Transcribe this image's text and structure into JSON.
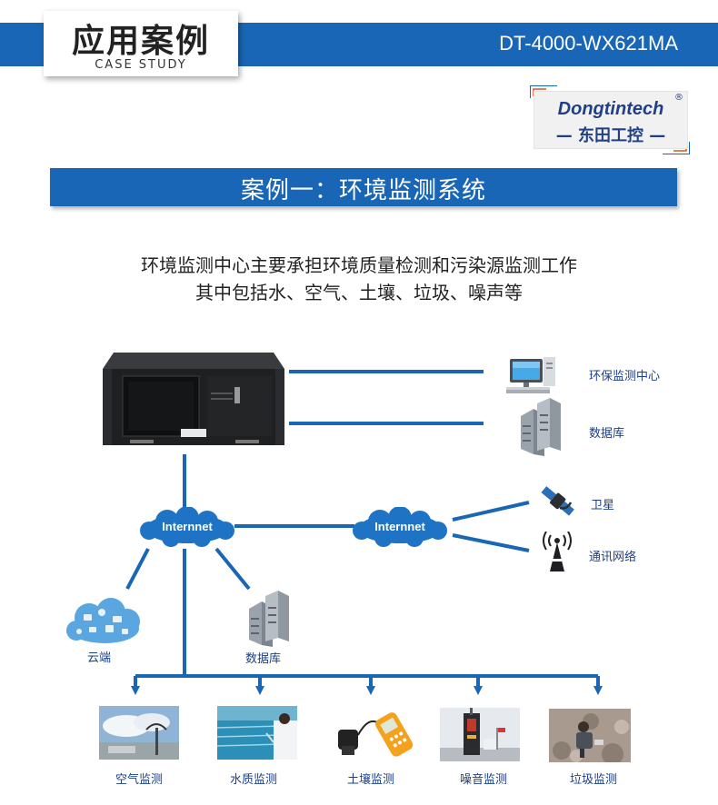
{
  "header": {
    "title_cn": "应用案例",
    "title_en": "CASE STUDY",
    "model": "DT-4000-WX621MA"
  },
  "logo": {
    "en": "Dongtintech",
    "cn": "— 东田工控 —",
    "reg": "®"
  },
  "section": {
    "title": "案例一：环境监测系统"
  },
  "description": {
    "line1": "环境监测中心主要承担环境质量检测和污染源监测工作",
    "line2": "其中包括水、空气、土壤、垃圾、噪声等"
  },
  "diagram": {
    "nodes": {
      "monitor_center": "环保监测中心",
      "database_top": "数据库",
      "internet_left": "Internnet",
      "internet_right": "Internnet",
      "satellite": "卫星",
      "network": "通讯网络",
      "cloud": "云端",
      "database_mid": "数据库"
    },
    "bottom": [
      {
        "label": "空气监测"
      },
      {
        "label": "水质监测"
      },
      {
        "label": "土壤监测"
      },
      {
        "label": "噪音监测"
      },
      {
        "label": "垃圾监测"
      }
    ],
    "colors": {
      "line": "#1966b6",
      "cloud": "#1f73c4",
      "label": "#1a3f88"
    }
  }
}
